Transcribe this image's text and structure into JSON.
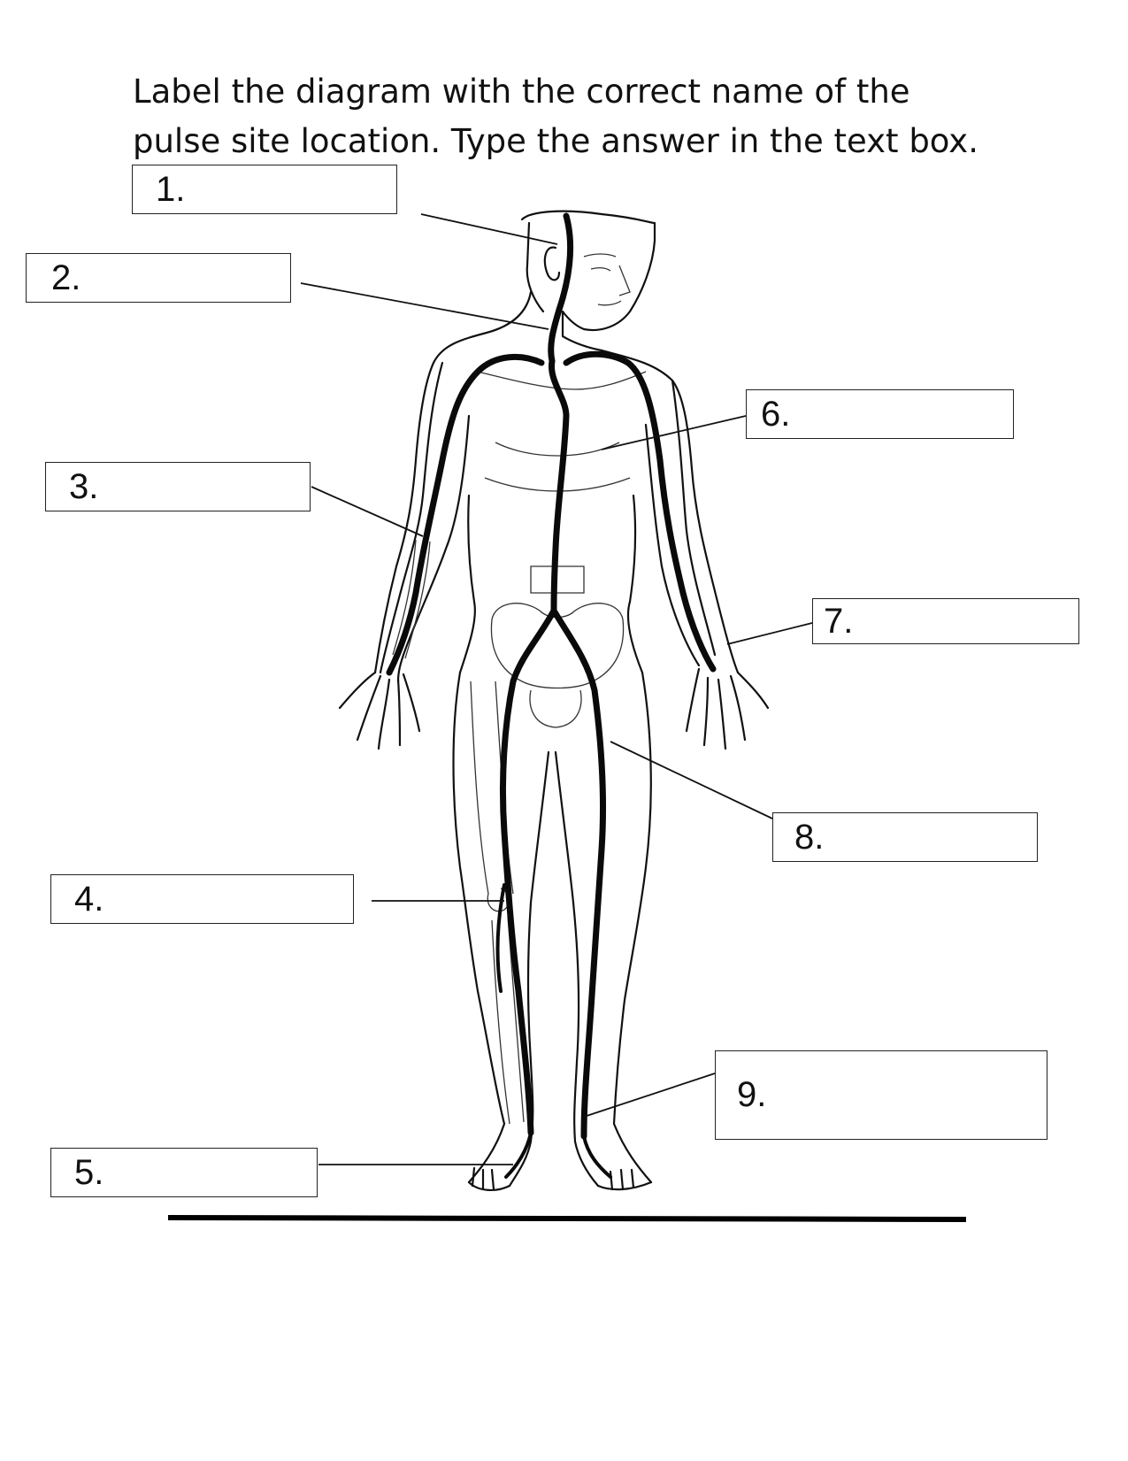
{
  "instructions": {
    "line1": "Label the diagram with the correct name of the",
    "line2": "pulse site location. Type the answer in the text box."
  },
  "answer_boxes": [
    {
      "number": "1.",
      "value": ""
    },
    {
      "number": "2.",
      "value": ""
    },
    {
      "number": "3.",
      "value": ""
    },
    {
      "number": "4.",
      "value": ""
    },
    {
      "number": "5.",
      "value": ""
    },
    {
      "number": "6.",
      "value": ""
    },
    {
      "number": "7.",
      "value": ""
    },
    {
      "number": "8.",
      "value": ""
    },
    {
      "number": "9.",
      "value": ""
    }
  ],
  "colors": {
    "outline": "#111111",
    "artery": "#0a0a0a",
    "background": "#ffffff"
  }
}
